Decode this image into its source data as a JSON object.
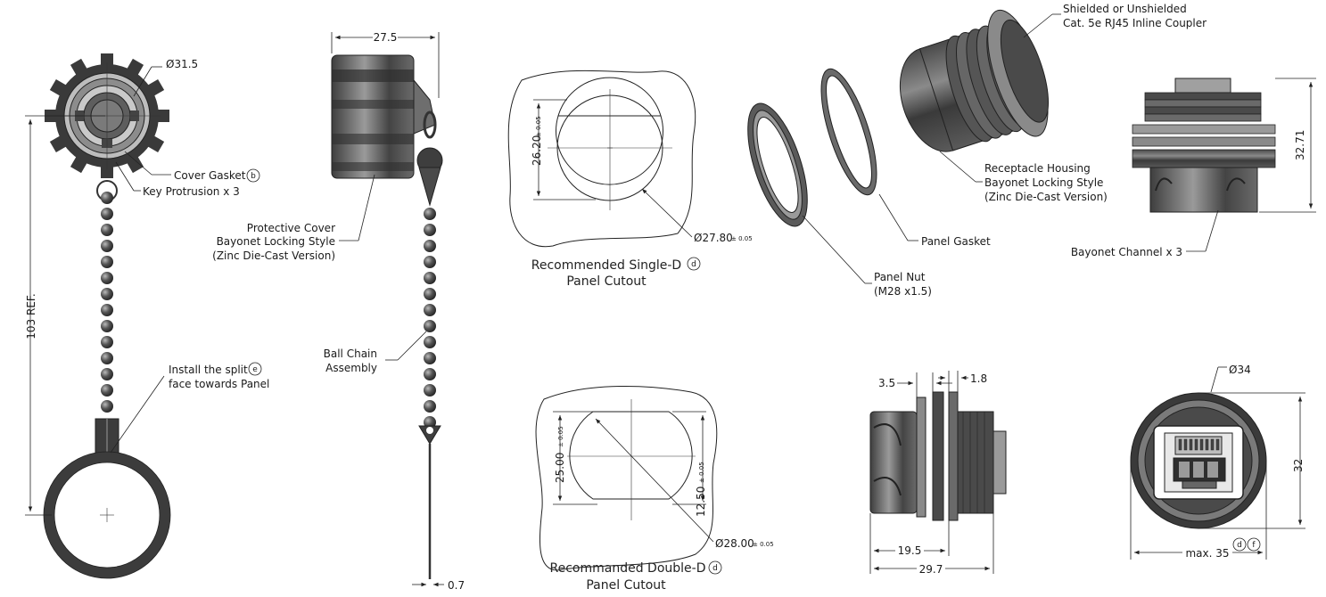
{
  "dims": {
    "cover_dia": "Ø31.5",
    "cover_width": "27.5",
    "chain_ref": "103 REF.",
    "wire_dia": "0.7",
    "single_d_h": "26.20",
    "single_d_tol": "± 0.05",
    "single_d_dia": "Ø27.80",
    "single_d_dia_tol": "± 0.05",
    "double_d_h": "25.00",
    "double_d_tol": "± 0.05",
    "double_d_half": "12.50",
    "double_d_half_tol": "± 0.05",
    "double_d_dia": "Ø28.00",
    "double_d_dia_tol": "± 0.05",
    "side_height": "32.71",
    "flange_a": "3.5",
    "flange_b": "1.8",
    "side_len_a": "19.5",
    "side_len_b": "29.7",
    "front_dia": "Ø34",
    "front_h": "32",
    "front_max": "max. 35"
  },
  "labels": {
    "cover_gasket": "Cover Gasket",
    "cover_gasket_note": "b",
    "key_protrusion": "Key Protrusion x 3",
    "protective_cover_1": "Protective Cover",
    "protective_cover_2": "Bayonet Locking Style",
    "protective_cover_3": "(Zinc Die-Cast Version)",
    "ball_chain_1": "Ball Chain",
    "ball_chain_2": "Assembly",
    "install_1": "Install the split",
    "install_note": "e",
    "install_2": "face towards Panel",
    "single_d_cap_1": "Recommended Single-D",
    "single_d_note": "d",
    "single_d_cap_2": "Panel Cutout",
    "double_d_cap_1": "Recommanded Double-D",
    "double_d_note": "d",
    "double_d_cap_2": "Panel Cutout",
    "panel_gasket": "Panel Gasket",
    "panel_nut_1": "Panel Nut",
    "panel_nut_2": "(M28 x1.5)",
    "receptacle_1": "Receptacle Housing",
    "receptacle_2": "Bayonet Locking Style",
    "receptacle_3": "(Zinc Die-Cast Version)",
    "coupler_1": "Shielded or Unshielded",
    "coupler_2": "Cat. 5e RJ45 Inline Coupler",
    "bayonet_channel": "Bayonet Channel x 3",
    "front_note_1": "d",
    "front_note_2": "f"
  },
  "colors": {
    "metal_dark": "#3a3a3a",
    "metal_mid": "#6e6e6e",
    "metal_light": "#b8b8b8",
    "line": "#222222"
  }
}
